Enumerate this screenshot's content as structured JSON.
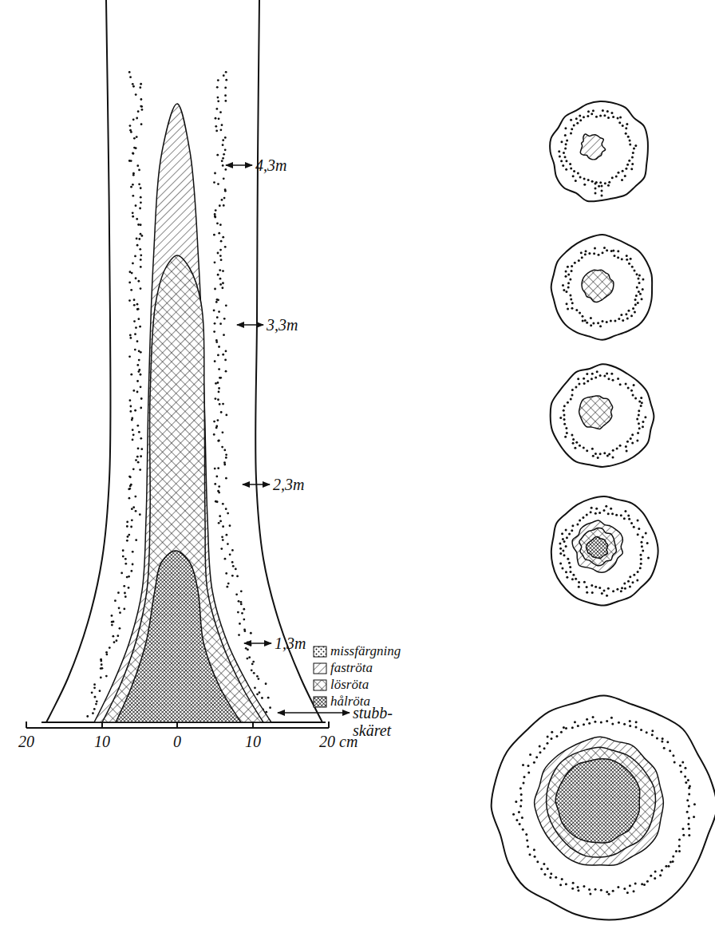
{
  "diagram": {
    "labels": [
      "4,3m",
      "3,3m",
      "2,3m",
      "1,3m",
      "stubb- skäret",
      "20",
      "10",
      "0",
      "10",
      "20 cm"
    ],
    "legend": [
      {
        "text": "missfärgning"
      },
      {
        "text": "faströta"
      },
      {
        "text": "lösröta"
      },
      {
        "text": "hålröta"
      }
    ]
  }
}
